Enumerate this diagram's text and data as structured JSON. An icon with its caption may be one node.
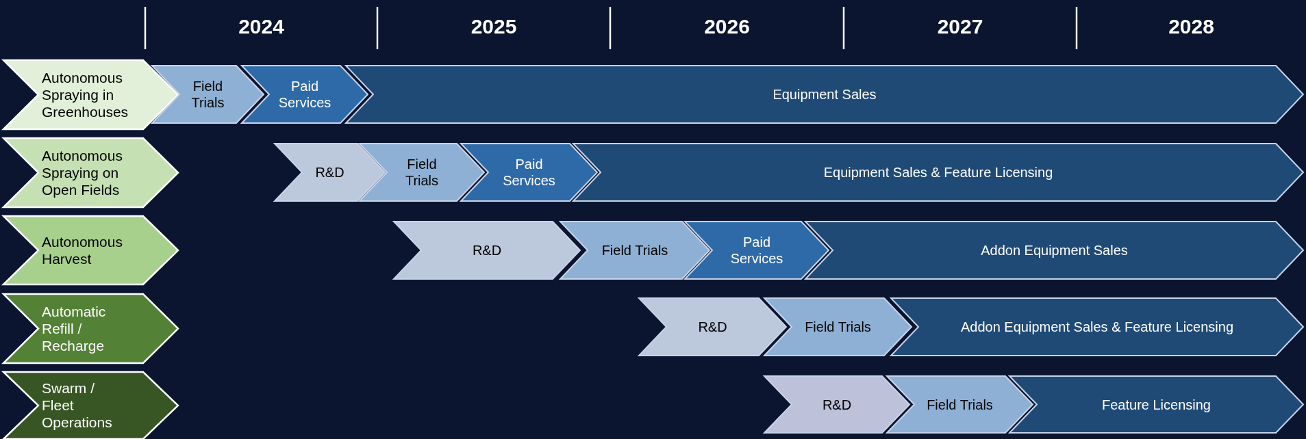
{
  "diagram": {
    "nodes": [
      {
        "text": [
          "Autonomous Spraying in Greenhouses"
        ]
      },
      {
        "text": [
          "Field Trials"
        ]
      },
      {
        "text": [
          "Paid Services"
        ]
      },
      {
        "text": [
          "Equipment Sales"
        ]
      },
      {
        "text": [
          "Autonomous Spraying on Open Fields"
        ]
      },
      {
        "text": [
          "R&D"
        ]
      },
      {
        "text": [
          "Field Trials"
        ]
      },
      {
        "text": [
          "Paid Services"
        ]
      },
      {
        "text": [
          "Equipment Sales & Feature Licensing"
        ]
      },
      {
        "text": [
          "Autonomous Harvest"
        ]
      },
      {
        "text": [
          "R&D"
        ]
      },
      {
        "text": [
          "Field Trials"
        ]
      },
      {
        "text": [
          "Paid Services"
        ]
      },
      {
        "text": [
          "Addon Equipment Sales"
        ]
      },
      {
        "text": [
          "Automatic Refill / Recharge"
        ]
      },
      {
        "text": [
          "R&D"
        ]
      },
      {
        "text": [
          "Field Trials"
        ]
      },
      {
        "text": [
          "Addon Equipment Sales & Feature Licensing"
        ]
      },
      {
        "text": [
          "Swarm / Fleet Operations"
        ]
      },
      {
        "text": [
          "R&D"
        ]
      },
      {
        "text": [
          "Field Trials"
        ]
      },
      {
        "text": [
          "Feature Licensing"
        ]
      }
    ],
    "labels": [
      "2024",
      "2025",
      "2026",
      "2027",
      "2028"
    ]
  }
}
